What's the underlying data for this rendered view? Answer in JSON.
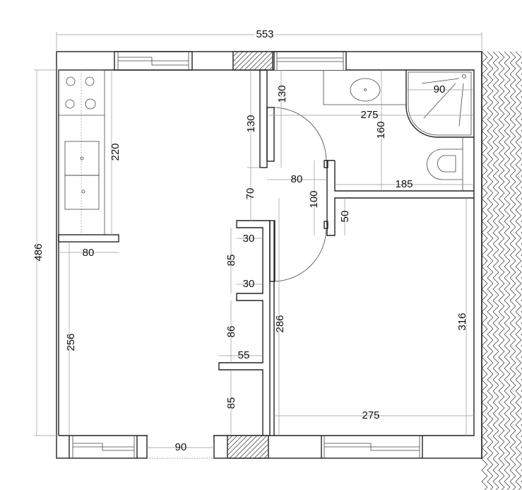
{
  "title": "Apartment floor plan",
  "dimensions": [
    "553",
    "486",
    "220",
    "80",
    "256",
    "130",
    "130",
    "275",
    "90",
    "160",
    "80",
    "185",
    "70",
    "100",
    "50",
    "30",
    "85",
    "30",
    "86",
    "55",
    "286",
    "85",
    "275",
    "316",
    "90"
  ],
  "colors": {
    "lines": "#222222",
    "dimension_lines": "#999999"
  }
}
